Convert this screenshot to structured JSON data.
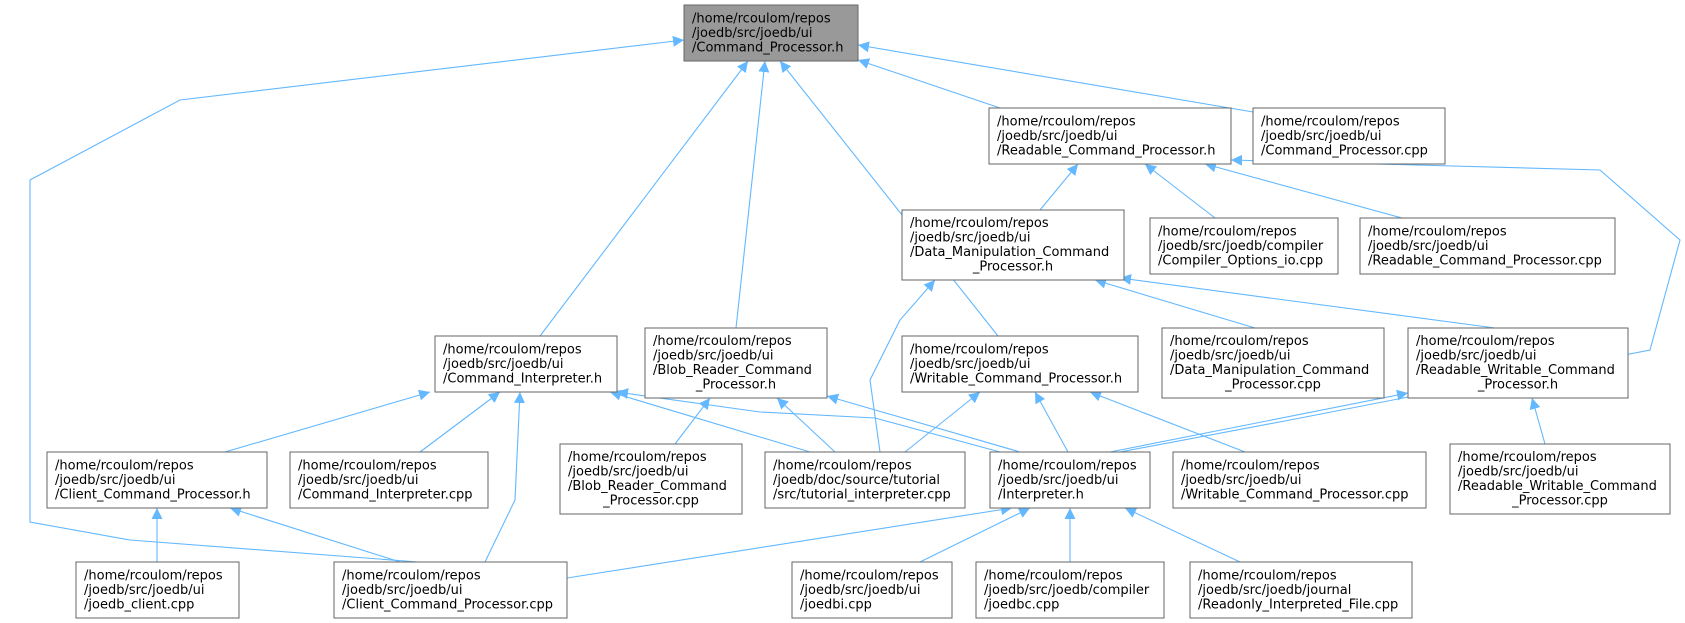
{
  "diagram": {
    "colors": {
      "root_fill": "#999999",
      "node_fill": "#ffffff",
      "node_border": "#666666",
      "edge": "#63b8ff"
    },
    "nodes": [
      {
        "id": "command_processor_h",
        "root": true,
        "lines": [
          "/home/rcoulom/repos",
          "/joedb/src/joedb/ui",
          "/Command_Processor.h"
        ]
      },
      {
        "id": "readable_command_processor_h",
        "lines": [
          "/home/rcoulom/repos",
          "/joedb/src/joedb/ui",
          "/Readable_Command_Processor.h"
        ]
      },
      {
        "id": "command_processor_cpp",
        "lines": [
          "/home/rcoulom/repos",
          "/joedb/src/joedb/ui",
          "/Command_Processor.cpp"
        ]
      },
      {
        "id": "data_manipulation_command_processor_h",
        "lines": [
          "/home/rcoulom/repos",
          "/joedb/src/joedb/ui",
          "/Data_Manipulation_Command",
          "_Processor.h"
        ]
      },
      {
        "id": "compiler_options_io_cpp",
        "lines": [
          "/home/rcoulom/repos",
          "/joedb/src/joedb/compiler",
          "/Compiler_Options_io.cpp"
        ]
      },
      {
        "id": "readable_command_processor_cpp",
        "lines": [
          "/home/rcoulom/repos",
          "/joedb/src/joedb/ui",
          "/Readable_Command_Processor.cpp"
        ]
      },
      {
        "id": "command_interpreter_h",
        "lines": [
          "/home/rcoulom/repos",
          "/joedb/src/joedb/ui",
          "/Command_Interpreter.h"
        ]
      },
      {
        "id": "blob_reader_command_processor_h",
        "lines": [
          "/home/rcoulom/repos",
          "/joedb/src/joedb/ui",
          "/Blob_Reader_Command",
          "_Processor.h"
        ]
      },
      {
        "id": "writable_command_processor_h",
        "lines": [
          "/home/rcoulom/repos",
          "/joedb/src/joedb/ui",
          "/Writable_Command_Processor.h"
        ]
      },
      {
        "id": "data_manipulation_command_processor_cpp",
        "lines": [
          "/home/rcoulom/repos",
          "/joedb/src/joedb/ui",
          "/Data_Manipulation_Command",
          "_Processor.cpp"
        ]
      },
      {
        "id": "readable_writable_command_processor_h",
        "lines": [
          "/home/rcoulom/repos",
          "/joedb/src/joedb/ui",
          "/Readable_Writable_Command",
          "_Processor.h"
        ]
      },
      {
        "id": "client_command_processor_h",
        "lines": [
          "/home/rcoulom/repos",
          "/joedb/src/joedb/ui",
          "/Client_Command_Processor.h"
        ]
      },
      {
        "id": "command_interpreter_cpp",
        "lines": [
          "/home/rcoulom/repos",
          "/joedb/src/joedb/ui",
          "/Command_Interpreter.cpp"
        ]
      },
      {
        "id": "blob_reader_command_processor_cpp",
        "lines": [
          "/home/rcoulom/repos",
          "/joedb/src/joedb/ui",
          "/Blob_Reader_Command",
          "_Processor.cpp"
        ]
      },
      {
        "id": "tutorial_interpreter_cpp",
        "lines": [
          "/home/rcoulom/repos",
          "/joedb/doc/source/tutorial",
          "/src/tutorial_interpreter.cpp"
        ]
      },
      {
        "id": "interpreter_h",
        "lines": [
          "/home/rcoulom/repos",
          "/joedb/src/joedb/ui",
          "/Interpreter.h"
        ]
      },
      {
        "id": "writable_command_processor_cpp",
        "lines": [
          "/home/rcoulom/repos",
          "/joedb/src/joedb/ui",
          "/Writable_Command_Processor.cpp"
        ]
      },
      {
        "id": "readable_writable_command_processor_cpp",
        "lines": [
          "/home/rcoulom/repos",
          "/joedb/src/joedb/ui",
          "/Readable_Writable_Command",
          "_Processor.cpp"
        ]
      },
      {
        "id": "joedb_client_cpp",
        "lines": [
          "/home/rcoulom/repos",
          "/joedb/src/joedb/ui",
          "/joedb_client.cpp"
        ]
      },
      {
        "id": "client_command_processor_cpp",
        "lines": [
          "/home/rcoulom/repos",
          "/joedb/src/joedb/ui",
          "/Client_Command_Processor.cpp"
        ]
      },
      {
        "id": "joedbi_cpp",
        "lines": [
          "/home/rcoulom/repos",
          "/joedb/src/joedb/ui",
          "/joedbi.cpp"
        ]
      },
      {
        "id": "joedbc_cpp",
        "lines": [
          "/home/rcoulom/repos",
          "/joedb/src/joedb/compiler",
          "/joedbc.cpp"
        ]
      },
      {
        "id": "readonly_interpreted_file_cpp",
        "lines": [
          "/home/rcoulom/repos",
          "/joedb/src/joedb/journal",
          "/Readonly_Interpreted_File.cpp"
        ]
      }
    ],
    "edges": [
      {
        "from": "command_processor_h",
        "to": "readable_command_processor_h"
      },
      {
        "from": "command_processor_h",
        "to": "command_processor_cpp"
      },
      {
        "from": "command_processor_h",
        "to": "command_interpreter_h"
      },
      {
        "from": "command_processor_h",
        "to": "blob_reader_command_processor_h"
      },
      {
        "from": "command_processor_h",
        "to": "writable_command_processor_h"
      },
      {
        "from": "command_processor_h",
        "to": "client_command_processor_cpp"
      },
      {
        "from": "readable_command_processor_h",
        "to": "data_manipulation_command_processor_h"
      },
      {
        "from": "readable_command_processor_h",
        "to": "compiler_options_io_cpp"
      },
      {
        "from": "readable_command_processor_h",
        "to": "readable_command_processor_cpp"
      },
      {
        "from": "readable_command_processor_h",
        "to": "interpreter_h"
      },
      {
        "from": "data_manipulation_command_processor_h",
        "to": "data_manipulation_command_processor_cpp"
      },
      {
        "from": "data_manipulation_command_processor_h",
        "to": "readable_writable_command_processor_h"
      },
      {
        "from": "data_manipulation_command_processor_h",
        "to": "tutorial_interpreter_cpp"
      },
      {
        "from": "command_interpreter_h",
        "to": "client_command_processor_h"
      },
      {
        "from": "command_interpreter_h",
        "to": "command_interpreter_cpp"
      },
      {
        "from": "command_interpreter_h",
        "to": "client_command_processor_cpp"
      },
      {
        "from": "command_interpreter_h",
        "to": "tutorial_interpreter_cpp"
      },
      {
        "from": "command_interpreter_h",
        "to": "interpreter_h"
      },
      {
        "from": "blob_reader_command_processor_h",
        "to": "blob_reader_command_processor_cpp"
      },
      {
        "from": "blob_reader_command_processor_h",
        "to": "tutorial_interpreter_cpp"
      },
      {
        "from": "blob_reader_command_processor_h",
        "to": "interpreter_h"
      },
      {
        "from": "writable_command_processor_h",
        "to": "tutorial_interpreter_cpp"
      },
      {
        "from": "writable_command_processor_h",
        "to": "interpreter_h"
      },
      {
        "from": "writable_command_processor_h",
        "to": "writable_command_processor_cpp"
      },
      {
        "from": "readable_writable_command_processor_h",
        "to": "interpreter_h"
      },
      {
        "from": "readable_writable_command_processor_h",
        "to": "readable_writable_command_processor_cpp"
      },
      {
        "from": "client_command_processor_h",
        "to": "joedb_client_cpp"
      },
      {
        "from": "client_command_processor_h",
        "to": "client_command_processor_cpp"
      },
      {
        "from": "interpreter_h",
        "to": "client_command_processor_cpp"
      },
      {
        "from": "interpreter_h",
        "to": "joedbi_cpp"
      },
      {
        "from": "interpreter_h",
        "to": "joedbc_cpp"
      },
      {
        "from": "interpreter_h",
        "to": "readonly_interpreted_file_cpp"
      }
    ]
  }
}
